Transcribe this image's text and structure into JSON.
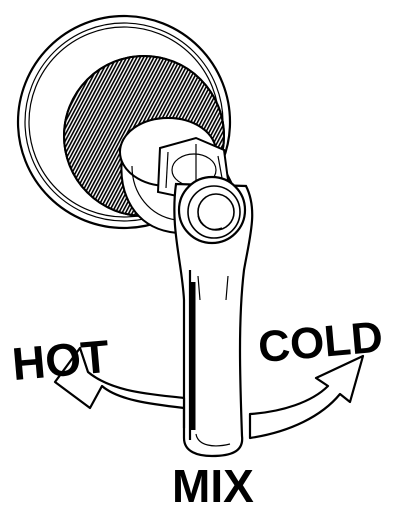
{
  "labels": {
    "hot": "HOT",
    "cold": "COLD",
    "mix": "MIX"
  },
  "icons": {
    "valve": "shower-valve-lever-handle",
    "left_arrow": "curved-arrow-left",
    "right_arrow": "curved-arrow-right"
  },
  "colors": {
    "line": "#000000",
    "background": "#ffffff"
  }
}
